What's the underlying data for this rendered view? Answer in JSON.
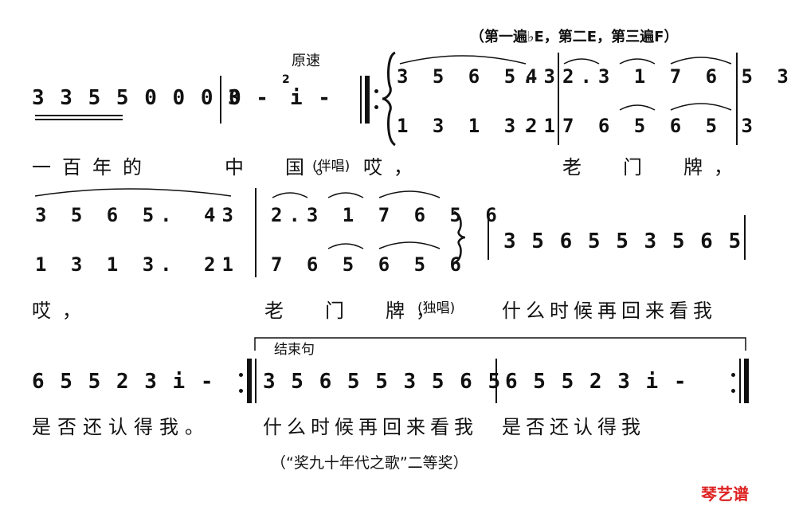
{
  "header": {
    "key_note": "（第一遍♭E，第二E，第三遍F）",
    "tempo_mark": "原速"
  },
  "row1": {
    "notes_a": "3 3 5 5 0 0 0 0",
    "notes_b": "3  -",
    "grace": "2",
    "notes_c": "i  -",
    "upper_1": "3 5 6 5.",
    "upper_2": "43",
    "upper_3": "2.3  1 7  6 5 3",
    "lower_1": "1 3 1 3.",
    "lower_2": "21",
    "lower_3": "7    6 5  6 5 3",
    "lyric_1": "一百年的",
    "lyric_2": "中　国。",
    "lyric_3": "(伴唱)",
    "lyric_4": "哎，",
    "lyric_5": "老　门　牌，"
  },
  "row2": {
    "upper_1": "3 5   6 5.",
    "upper_2": "43",
    "upper_3": "2.3  1 7 6 5 6",
    "lower_1": "1 3   1 3.",
    "lower_2": "21",
    "lower_3": "7    6 5 6 5 6",
    "notes_right": "3 5 6 5 5 3 5 6 5",
    "lyric_1": "哎，",
    "lyric_2": "老　门　牌，",
    "lyric_3": "(独唱)",
    "lyric_4": "什么时候再回来看我"
  },
  "row3": {
    "ending_label": "结束句",
    "notes_1": "6 5 5 2 3 i  -",
    "notes_2": "3 5 6 5 5 3 5 6 5",
    "notes_3": "6 5 5 2 3 i  -",
    "lyric_1": "是否还认得我。",
    "lyric_2": "什么时候再回来看我",
    "lyric_3": "是否还认得我"
  },
  "footer": {
    "award": "（“奖九十年代之歌”二等奖）",
    "logo": "琴艺谱"
  }
}
